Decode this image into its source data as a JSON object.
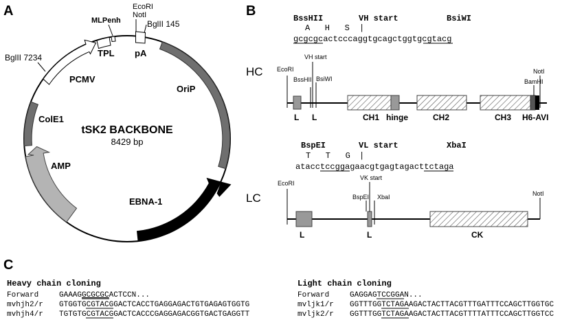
{
  "panels": {
    "a": "A",
    "b": "B",
    "c": "C"
  },
  "plasmid": {
    "title": "tSK2 BACKBONE",
    "size": "8429 bp",
    "features": {
      "ecori": "EcoRI",
      "noti": "NotI",
      "bglii145": "BglII 145",
      "mlpenh": "MLPenh",
      "tpl": "TPL",
      "pa": "pA",
      "bglii7234": "BglII 7234",
      "pcmv": "PCMV",
      "orip": "OriP",
      "cole1": "ColE1",
      "amp": "AMP",
      "ebna1": "EBNA-1"
    }
  },
  "hc": {
    "label": "HC",
    "seq_header": {
      "bsshii": "BssHII",
      "vh_start": "VH start",
      "bsiwi": "BsiWI",
      "marker": "|"
    },
    "aa": "A   H   S",
    "seq": {
      "p1": "gcgcgc",
      "p2": "actcccaggtgcagctggtg",
      "p3": "cgtacg"
    },
    "sites": {
      "ecori": "EcoRI",
      "vh_start": "VH start",
      "bsshii": "BssHII",
      "bsiwi": "BsiWI",
      "bamhi": "BamHI",
      "noti": "NotI"
    },
    "domains": {
      "l1": "L",
      "l2": "L",
      "ch1": "CH1",
      "hinge": "hinge",
      "ch2": "CH2",
      "ch3": "CH3",
      "h6avi": "H6-AVI"
    }
  },
  "lc": {
    "label": "LC",
    "seq_header": {
      "bspei": "BspEI",
      "vl_start": "VL start",
      "xbai": "XbaI",
      "marker": "|"
    },
    "aa": "T   T   G",
    "seq": {
      "p1": "atacc",
      "p2": "tccgga",
      "p3": "gaacgtgagtagact",
      "p4": "tctaga"
    },
    "sites": {
      "ecori": "EcoRI",
      "vk_start": "VK start",
      "bspei": "BspEI",
      "xbai": "XbaI",
      "noti": "NotI"
    },
    "domains": {
      "l1": "L",
      "l2": "L",
      "ck": "CK"
    }
  },
  "cloning": {
    "heavy": {
      "title": "Heavy chain cloning",
      "rows": [
        {
          "name": "Forward",
          "pre": "GAAAG",
          "site": "GCGCGC",
          "post": "ACTCCN..."
        },
        {
          "name": "mvhjh2/r",
          "pre": "GTGGTG",
          "site": "CGTACG",
          "post": "GACTCACCTGAGGAGACTGTGAGAGTGGTG"
        },
        {
          "name": "mvhjh4/r",
          "pre": "TGTGTG",
          "site": "CGTACG",
          "post": "GACTCACCCGAGGAGACGGTGACTGAGGTT"
        }
      ]
    },
    "light": {
      "title": "Light chain cloning",
      "rows": [
        {
          "name": "Forward",
          "pre": "GAGGAG",
          "site": "TCCGGA",
          "post": "N..."
        },
        {
          "name": "mvljk1/r",
          "pre": "GGTTTGG",
          "site": "TCTAGA",
          "post": "AGACTACTTACGTTTGATTTCCAGCTTGGTGC"
        },
        {
          "name": "mvljk2/r",
          "pre": "GGTTTGG",
          "site": "TCTAGA",
          "post": "AGACTACTTACGTTTTATTTCCAGCTTGGTCC"
        }
      ]
    }
  },
  "colors": {
    "dark_gray": "#6f6f6f",
    "light_gray": "#b4b4b4",
    "black": "#000000",
    "box_gray": "#999999"
  }
}
